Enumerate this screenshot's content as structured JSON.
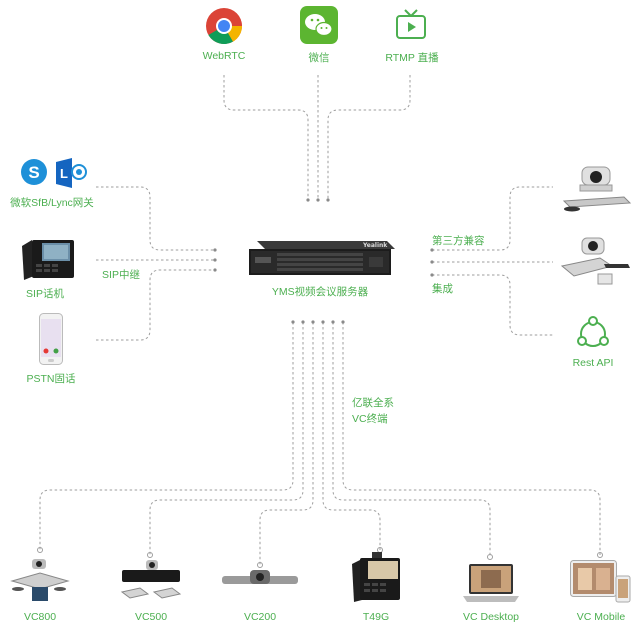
{
  "center": {
    "label": "YMS视频会议服务器",
    "brand": "Yealink"
  },
  "top_nodes": [
    {
      "id": "webrtc",
      "label": "WebRTC",
      "icon": "chrome-icon"
    },
    {
      "id": "wechat",
      "label": "微信",
      "icon": "wechat-icon"
    },
    {
      "id": "rtmp",
      "label": "RTMP 直播",
      "icon": "tv-play-icon"
    }
  ],
  "left_nodes": [
    {
      "id": "sfb",
      "label": "微软SfB/Lync网关",
      "icon": "skype-lync-icon"
    },
    {
      "id": "sip",
      "label": "SIP话机",
      "icon": "desk-phone-icon"
    },
    {
      "id": "pstn",
      "label": "PSTN固话",
      "icon": "smartphone-icon"
    }
  ],
  "left_edge_label": "SIP中继",
  "right_labels": {
    "third_party": "第三方兼容",
    "integration": "集成"
  },
  "right_nodes": [
    {
      "id": "cam1",
      "label": "",
      "icon": "conference-camera-icon"
    },
    {
      "id": "cam2",
      "label": "",
      "icon": "conference-codec-icon"
    },
    {
      "id": "rest",
      "label": "Rest API",
      "icon": "api-network-icon"
    }
  ],
  "bottom_label": {
    "line1": "亿联全系",
    "line2": "VC终端"
  },
  "bottom_nodes": [
    {
      "id": "vc800",
      "label": "VC800",
      "icon": "vc800-icon"
    },
    {
      "id": "vc500",
      "label": "VC500",
      "icon": "vc500-icon"
    },
    {
      "id": "vc200",
      "label": "VC200",
      "icon": "vc200-icon"
    },
    {
      "id": "t49g",
      "label": "T49G",
      "icon": "video-phone-icon"
    },
    {
      "id": "vcdesktop",
      "label": "VC Desktop",
      "icon": "laptop-icon"
    },
    {
      "id": "vcmobile",
      "label": "VC Mobile",
      "icon": "tablet-icon"
    }
  ],
  "colors": {
    "accent": "#4caf50",
    "line": "#9e9e9e",
    "skype": "#1e90d8"
  }
}
